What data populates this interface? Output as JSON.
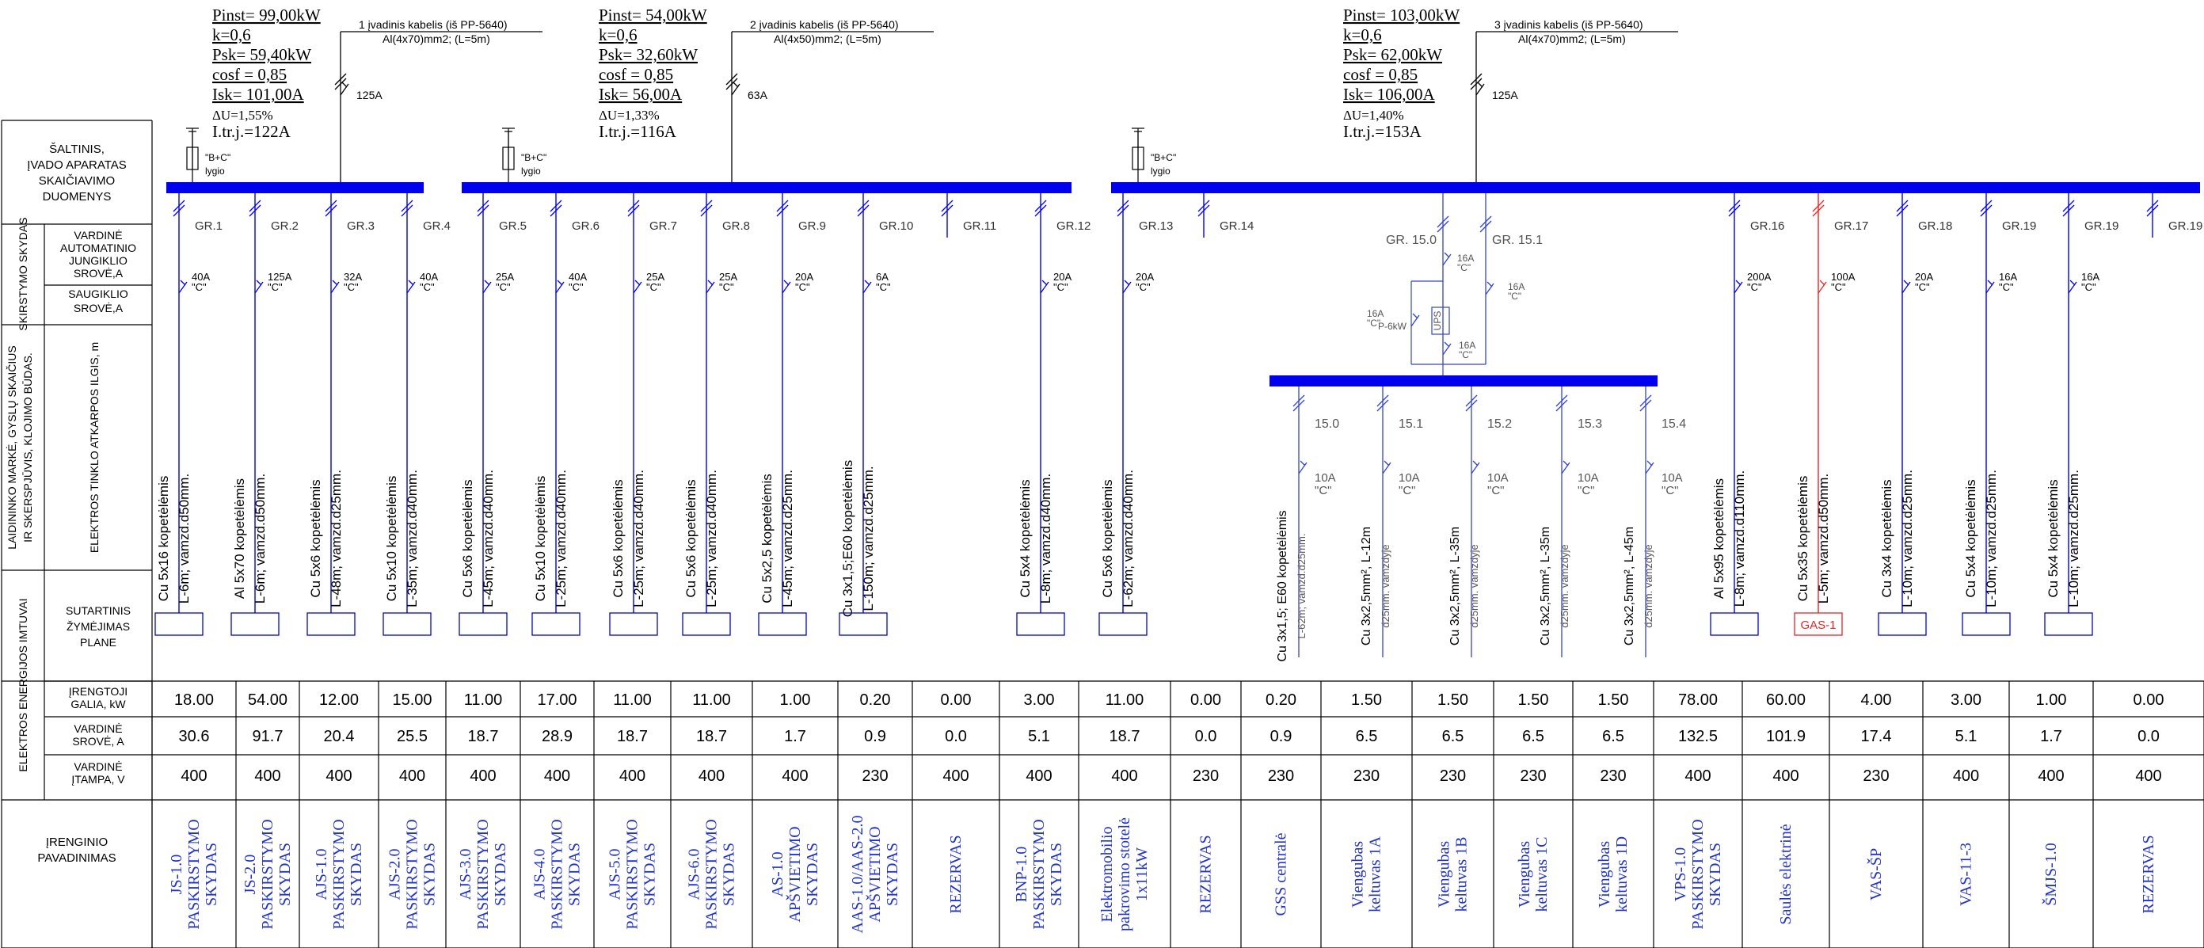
{
  "left_labels": {
    "source": [
      "ŠALTINIS,",
      "ĮVADO APARATAS",
      "SKAIČIAVIMO",
      "DUOMENYS"
    ],
    "board": "SKIRSTYMO SKYDAS",
    "rated_switch": [
      "VARDINĖ",
      "AUTOMATINIO",
      "JUNGIKLIO",
      "SROVĖ,A"
    ],
    "fuse_current": [
      "SAUGIKLIO",
      "SROVĖ,A"
    ],
    "cable_group": [
      "LAIDININKO MARKĖ, GYSLŲ SKAIČIUS",
      "IR SKERSPJŪVIS, KLOJIMO BŪDAS."
    ],
    "cable_length": "ELEKTROS TINKLO ATKARPOS ILGIS, m",
    "receivers_group": "ELEKTROS ENERGIJOS IMTUVAI",
    "plan_marking": [
      "SUTARTINIS",
      "ŽYMĖJIMAS",
      "PLANE"
    ],
    "installed_power": [
      "ĮRENGTOJI",
      "GALIA, kW"
    ],
    "rated_current": [
      "VARDINĖ",
      "SROVĖ, A"
    ],
    "rated_voltage": [
      "VARDINĖ",
      "ĮTAMPA, V"
    ],
    "device_name": [
      "ĮRENGINIO",
      "PAVADINIMAS"
    ]
  },
  "inputs": [
    {
      "p_inst": "Pinst= 99,00kW",
      "k": "k=0,6",
      "p_sk": "Psk= 59,40kW",
      "cos": "cosf = 0,85",
      "i_sk": "Isk= 101,00A",
      "du": "ΔU=1,55%",
      "i_tr": "I.tr.j.=122A",
      "cable1": "1 įvadinis kabelis (iš PP-5640)",
      "cable2": "Al(4x70)mm2; (L=5m)",
      "breaker": "125A",
      "spd1": "\"B+C\"",
      "spd2": "lygio"
    },
    {
      "p_inst": "Pinst= 54,00kW",
      "k": "k=0,6",
      "p_sk": "Psk= 32,60kW",
      "cos": "cosf = 0,85",
      "i_sk": "Isk= 56,00A",
      "du": "ΔU=1,33%",
      "i_tr": "I.tr.j.=116A",
      "cable1": "2 įvadinis kabelis (iš PP-5640)",
      "cable2": "Al(4x50)mm2; (L=5m)",
      "breaker": "63A",
      "spd1": "\"B+C\"",
      "spd2": "lygio"
    },
    {
      "p_inst": "Pinst= 103,00kW",
      "k": "k=0,6",
      "p_sk": "Psk= 62,00kW",
      "cos": "cosf = 0,85",
      "i_sk": "Isk= 106,00A",
      "du": "ΔU=1,40%",
      "i_tr": "I.tr.j.=153A",
      "cable1": "3 įvadinis kabelis (iš PP-5640)",
      "cable2": "Al(4x70)mm2; (L=5m)",
      "breaker": "125A",
      "spd1": "\"B+C\"",
      "spd2": "lygio"
    }
  ],
  "sub_board": {
    "feeds": [
      "GR. 15.0",
      "GR. 15.1"
    ],
    "breaker_a": "16A",
    "breaker_a_c": "\"C\"",
    "breaker_b": "16A",
    "breaker_b_c": "\"C\"",
    "breaker_c": "16A",
    "breaker_c_c": "\"C\"",
    "breaker_d": "16A",
    "breaker_d_c": "\"C\"",
    "ups": "UPS",
    "ups_power": "P-6kW",
    "groups": [
      "15.0",
      "15.1",
      "15.2",
      "15.3",
      "15.4"
    ],
    "breakers": [
      "10A",
      "10A",
      "10A",
      "10A",
      "10A"
    ],
    "breaker_char": "\"C\""
  },
  "groups": [
    {
      "label": "GR.1",
      "breaker": "40A",
      "cable": "Cu 5x16 kopetėlėmis",
      "length": "L-6m; vamzd.d50mm.",
      "mark": "",
      "power": "18.00",
      "current": "30.6",
      "voltage": "400",
      "name": [
        "JS-1.0",
        "PASKIRSTYMO",
        "SKYDAS"
      ]
    },
    {
      "label": "GR.2",
      "breaker": "125A",
      "cable": "Al 5x70 kopetėlėmis",
      "length": "L-6m; vamzd.d50mm.",
      "mark": "",
      "power": "54.00",
      "current": "91.7",
      "voltage": "400",
      "name": [
        "JS-2.0",
        "PASKIRSTYMO",
        "SKYDAS"
      ]
    },
    {
      "label": "GR.3",
      "breaker": "32A",
      "cable": "Cu 5x6 kopetėlėmis",
      "length": "L-48m; vamzd.d25mm.",
      "mark": "",
      "power": "12.00",
      "current": "20.4",
      "voltage": "400",
      "name": [
        "AJS-1.0",
        "PASKIRSTYMO",
        "SKYDAS"
      ]
    },
    {
      "label": "GR.4",
      "breaker": "40A",
      "cable": "Cu 5x10 kopetėlėmis",
      "length": "L-35m; vamzd.d40mm.",
      "mark": "",
      "power": "15.00",
      "current": "25.5",
      "voltage": "400",
      "name": [
        "AJS-2.0",
        "PASKIRSTYMO",
        "SKYDAS"
      ]
    },
    {
      "label": "GR.5",
      "breaker": "25A",
      "cable": "Cu 5x6 kopetėlėmis",
      "length": "L-45m; vamzd.d40mm.",
      "mark": "",
      "power": "11.00",
      "current": "18.7",
      "voltage": "400",
      "name": [
        "AJS-3.0",
        "PASKIRSTYMO",
        "SKYDAS"
      ]
    },
    {
      "label": "GR.6",
      "breaker": "40A",
      "cable": "Cu 5x10 kopetėlėmis",
      "length": "L-25m; vamzd.d40mm.",
      "mark": "",
      "power": "17.00",
      "current": "28.9",
      "voltage": "400",
      "name": [
        "AJS-4.0",
        "PASKIRSTYMO",
        "SKYDAS"
      ]
    },
    {
      "label": "GR.7",
      "breaker": "25A",
      "cable": "Cu 5x6 kopetėlėmis",
      "length": "L-25m; vamzd.d40mm.",
      "mark": "",
      "power": "11.00",
      "current": "18.7",
      "voltage": "400",
      "name": [
        "AJS-5.0",
        "PASKIRSTYMO",
        "SKYDAS"
      ]
    },
    {
      "label": "GR.8",
      "breaker": "25A",
      "cable": "Cu 5x6 kopetėlėmis",
      "length": "L-25m; vamzd.d40mm.",
      "mark": "",
      "power": "11.00",
      "current": "18.7",
      "voltage": "400",
      "name": [
        "AJS-6.0",
        "PASKIRSTYMO",
        "SKYDAS"
      ]
    },
    {
      "label": "GR.9",
      "breaker": "20A",
      "cable": "Cu 5x2,5 kopetėlėmis",
      "length": "L-45m; vamzd.d25mm.",
      "mark": "",
      "power": "1.00",
      "current": "1.7",
      "voltage": "400",
      "name": [
        "AS-1.0",
        "APŠVIETIMO",
        "SKYDAS"
      ]
    },
    {
      "label": "GR.10",
      "breaker": "6A",
      "cable": "Cu 3x1,5;E60 kopetėlėmis",
      "length": "L-150m; vamzd.d25mm.",
      "mark": "",
      "power": "0.20",
      "current": "0.9",
      "voltage": "230",
      "name": [
        "AAS-1.0/AAS-2.0",
        "APŠVIETIMO",
        "SKYDAS"
      ]
    },
    {
      "label": "GR.11",
      "breaker": "",
      "cable": "",
      "length": "",
      "mark": "",
      "power": "0.00",
      "current": "0.0",
      "voltage": "400",
      "name": [
        "REZERVAS"
      ]
    },
    {
      "label": "GR.12",
      "breaker": "20A",
      "cable": "Cu 5x4 kopetėlėmis",
      "length": "L-8m; vamzd.d40mm.",
      "mark": "",
      "power": "3.00",
      "current": "5.1",
      "voltage": "400",
      "name": [
        "BNP-1.0",
        "PASKIRSTYMO",
        "SKYDAS"
      ]
    },
    {
      "label": "GR.13",
      "breaker": "20A",
      "cable": "Cu 5x6 kopetėlėmis",
      "length": "L-62m; vamzd.d40mm.",
      "mark": "",
      "power": "11.00",
      "current": "18.7",
      "voltage": "400",
      "name": [
        "Elektromobilio",
        "pakrovimo stotelė",
        "1x11kW"
      ]
    },
    {
      "label": "GR.14",
      "breaker": "",
      "cable": "",
      "length": "",
      "mark": "",
      "power": "0.00",
      "current": "0.0",
      "voltage": "230",
      "name": [
        "REZERVAS"
      ]
    },
    {
      "label": "15.0",
      "breaker": "10A",
      "cable": "Cu 3x1,5; E60 kopetėlėmis",
      "length": "L-62m; vamzd.d25mm.",
      "mark": "",
      "power": "0.20",
      "current": "0.9",
      "voltage": "230",
      "name": [
        "GSS centralė"
      ]
    },
    {
      "label": "15.1",
      "breaker": "10A",
      "cable": "Cu 3x2,5mm², L-12m",
      "length": "d25mm. vamzdyje",
      "mark": "",
      "power": "1.50",
      "current": "6.5",
      "voltage": "230",
      "name": [
        "Viengubas",
        "keltuvas 1A"
      ]
    },
    {
      "label": "15.2",
      "breaker": "10A",
      "cable": "Cu 3x2,5mm², L-35m",
      "length": "d25mm. vamzdyje",
      "mark": "",
      "power": "1.50",
      "current": "6.5",
      "voltage": "230",
      "name": [
        "Viengubas",
        "keltuvas 1B"
      ]
    },
    {
      "label": "15.3",
      "breaker": "10A",
      "cable": "Cu 3x2,5mm², L-35m",
      "length": "d25mm. vamzdyje",
      "mark": "",
      "power": "1.50",
      "current": "6.5",
      "voltage": "230",
      "name": [
        "Viengubas",
        "keltuvas 1C"
      ]
    },
    {
      "label": "15.4",
      "breaker": "10A",
      "cable": "Cu 3x2,5mm², L-45m",
      "length": "d25mm. vamzdyje",
      "mark": "",
      "power": "1.50",
      "current": "6.5",
      "voltage": "230",
      "name": [
        "Viengubas",
        "keltuvas 1D"
      ]
    },
    {
      "label": "GR.16",
      "breaker": "200A",
      "cable": "Al 5x95 kopetėlėmis",
      "length": "L-8m; vamzd.d110mm.",
      "mark": "",
      "power": "78.00",
      "current": "132.5",
      "voltage": "400",
      "name": [
        "VPS-1.0",
        "PASKIRSTYMO",
        "SKYDAS"
      ]
    },
    {
      "label": "GR.17",
      "breaker": "100A",
      "cable": "Cu 5x35 kopetėlėmis",
      "length": "L-5m; vamzd.d50mm.",
      "mark": "GAS-1",
      "power": "60.00",
      "current": "101.9",
      "voltage": "400",
      "name": [
        "Saulės elektrinė"
      ]
    },
    {
      "label": "GR.18",
      "breaker": "20A",
      "cable": "Cu 3x4 kopetėlėmis",
      "length": "L-10m; vamzd.d25mm.",
      "mark": "",
      "power": "4.00",
      "current": "17.4",
      "voltage": "230",
      "name": [
        "VAS-ŠP"
      ]
    },
    {
      "label": "GR.19",
      "breaker": "16A",
      "cable": "Cu 5x4 kopetėlėmis",
      "length": "L-10m; vamzd.d25mm.",
      "mark": "",
      "power": "3.00",
      "current": "5.1",
      "voltage": "400",
      "name": [
        "VAS-11-3"
      ]
    },
    {
      "label": "GR.19",
      "breaker": "16A",
      "cable": "Cu 5x4 kopetėlėmis",
      "length": "L-10m; vamzd.d25mm.",
      "mark": "",
      "power": "1.00",
      "current": "1.7",
      "voltage": "400",
      "name": [
        "ŠMJS-1.0"
      ]
    },
    {
      "label": "GR.19",
      "breaker": "",
      "cable": "",
      "length": "",
      "mark": "",
      "power": "0.00",
      "current": "0.0",
      "voltage": "400",
      "name": [
        "REZERVAS"
      ]
    }
  ],
  "colors": {
    "bus": "#0000ee",
    "line": "#3344cc",
    "name_text": "#2233cc",
    "highlight": "#ee2222",
    "text": "#000000"
  }
}
